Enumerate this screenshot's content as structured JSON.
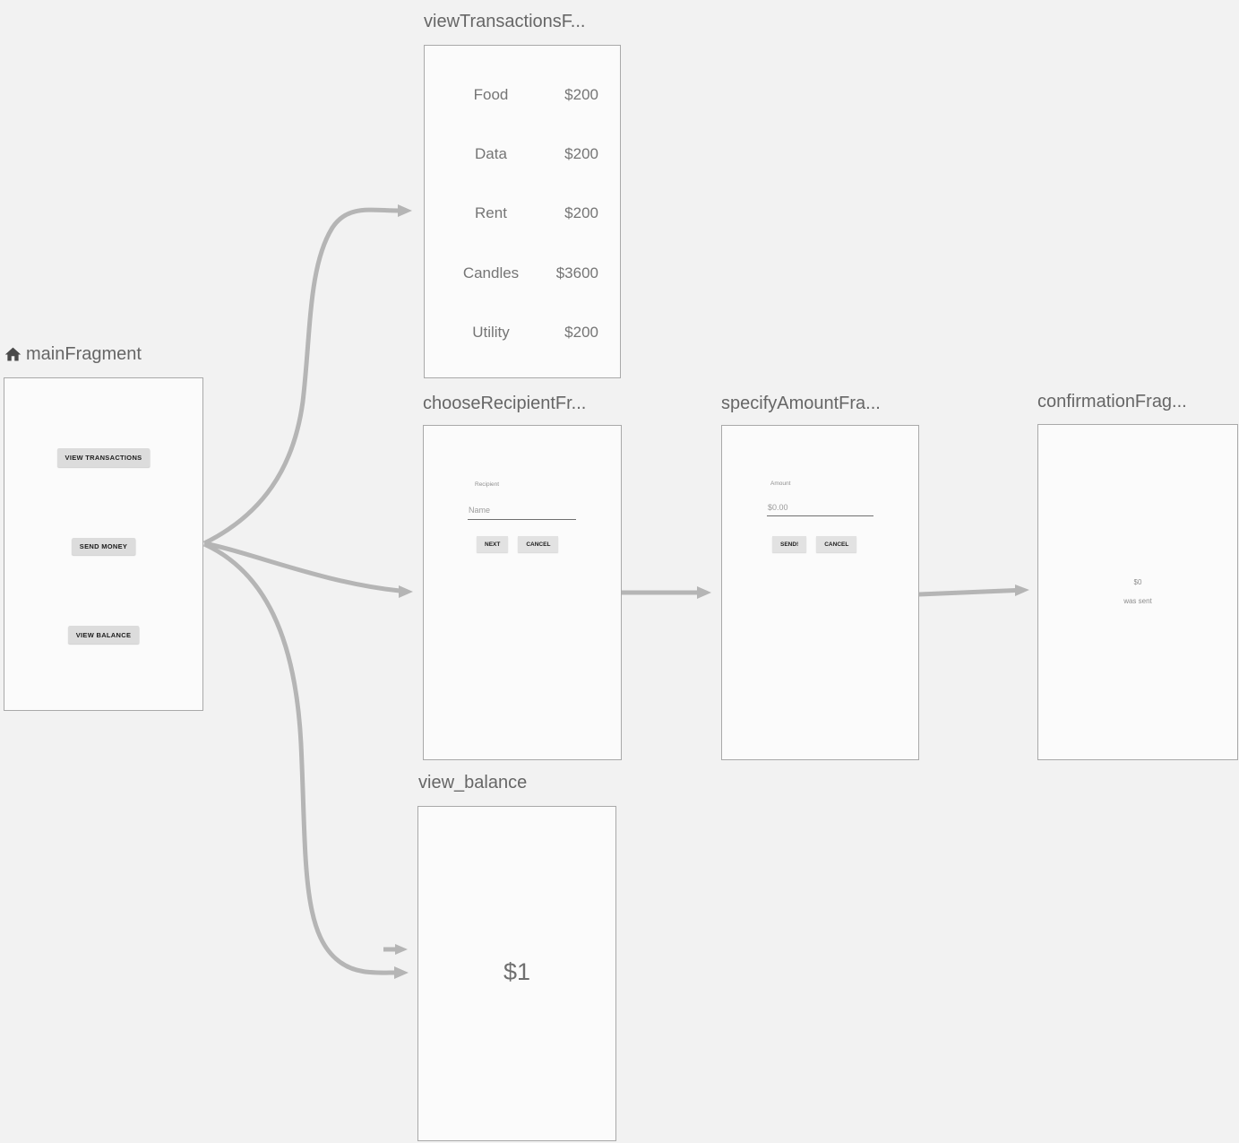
{
  "colors": {
    "background": "#f2f2f2",
    "arrow": "#b5b5b5",
    "card_bg": "#fbfbfb",
    "card_border": "#a9a9a9",
    "title_text": "#666666",
    "preview_text": "#757575"
  },
  "fragments": {
    "main": {
      "title": "mainFragment",
      "home_icon": "home-icon",
      "buttons": {
        "view_transactions": "VIEW TRANSACTIONS",
        "send_money": "SEND MONEY",
        "view_balance": "VIEW BALANCE"
      }
    },
    "view_transactions": {
      "title": "viewTransactionsF...",
      "rows": [
        {
          "name": "Food",
          "amount": "$200"
        },
        {
          "name": "Data",
          "amount": "$200"
        },
        {
          "name": "Rent",
          "amount": "$200"
        },
        {
          "name": "Candles",
          "amount": "$3600"
        },
        {
          "name": "Utility",
          "amount": "$200"
        }
      ]
    },
    "choose_recipient": {
      "title": "chooseRecipientFr...",
      "field_label": "Recipient",
      "field_placeholder": "Name",
      "next_button": "NEXT",
      "cancel_button": "CANCEL"
    },
    "specify_amount": {
      "title": "specifyAmountFra...",
      "field_label": "Amount",
      "field_placeholder": "$0.00",
      "send_button": "SEND!",
      "cancel_button": "CANCEL"
    },
    "confirmation": {
      "title": "confirmationFrag...",
      "amount": "$0",
      "message": "was sent"
    },
    "view_balance": {
      "title": "view_balance",
      "balance": "$1"
    }
  }
}
